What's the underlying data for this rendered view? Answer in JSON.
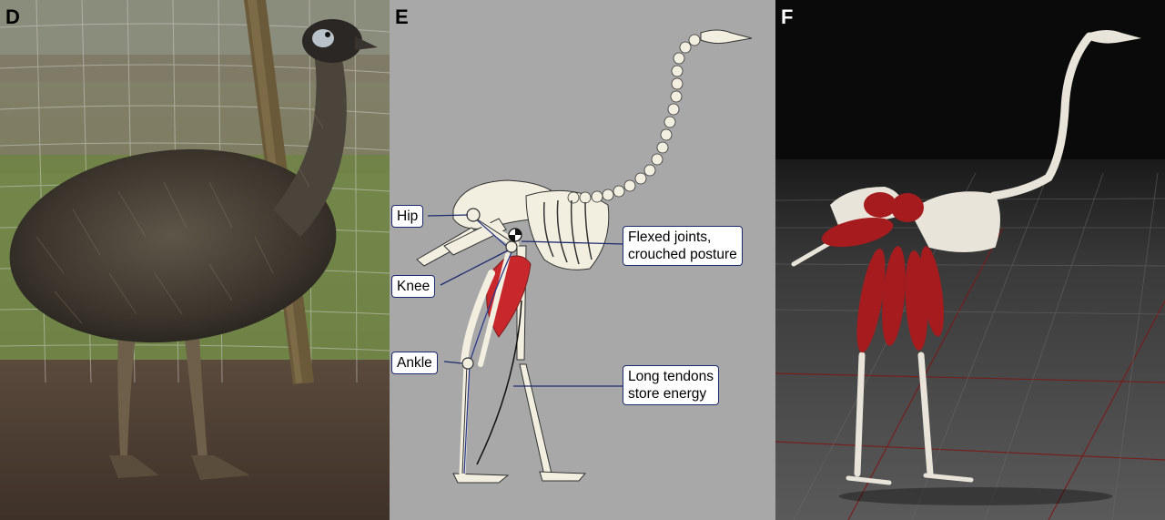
{
  "panels": {
    "d": {
      "letter": "D"
    },
    "e": {
      "letter": "E",
      "labels": {
        "hip": "Hip",
        "knee": "Knee",
        "ankle": "Ankle",
        "flexed_line1": "Flexed joints,",
        "flexed_line2": "crouched posture",
        "tendons_line1": "Long tendons",
        "tendons_line2": "store energy"
      },
      "colors": {
        "background": "#a8a8a8",
        "bone": "#f3efe0",
        "muscle": "#c8282c",
        "outline": "#1e2a6e"
      }
    },
    "f": {
      "letter": "F",
      "colors": {
        "background": "#0a0a0a",
        "floor": "#4d4d4d",
        "grid_line": "#7a1a1a",
        "bone": "#e8e4da",
        "muscle": "#a51b1e"
      }
    }
  }
}
